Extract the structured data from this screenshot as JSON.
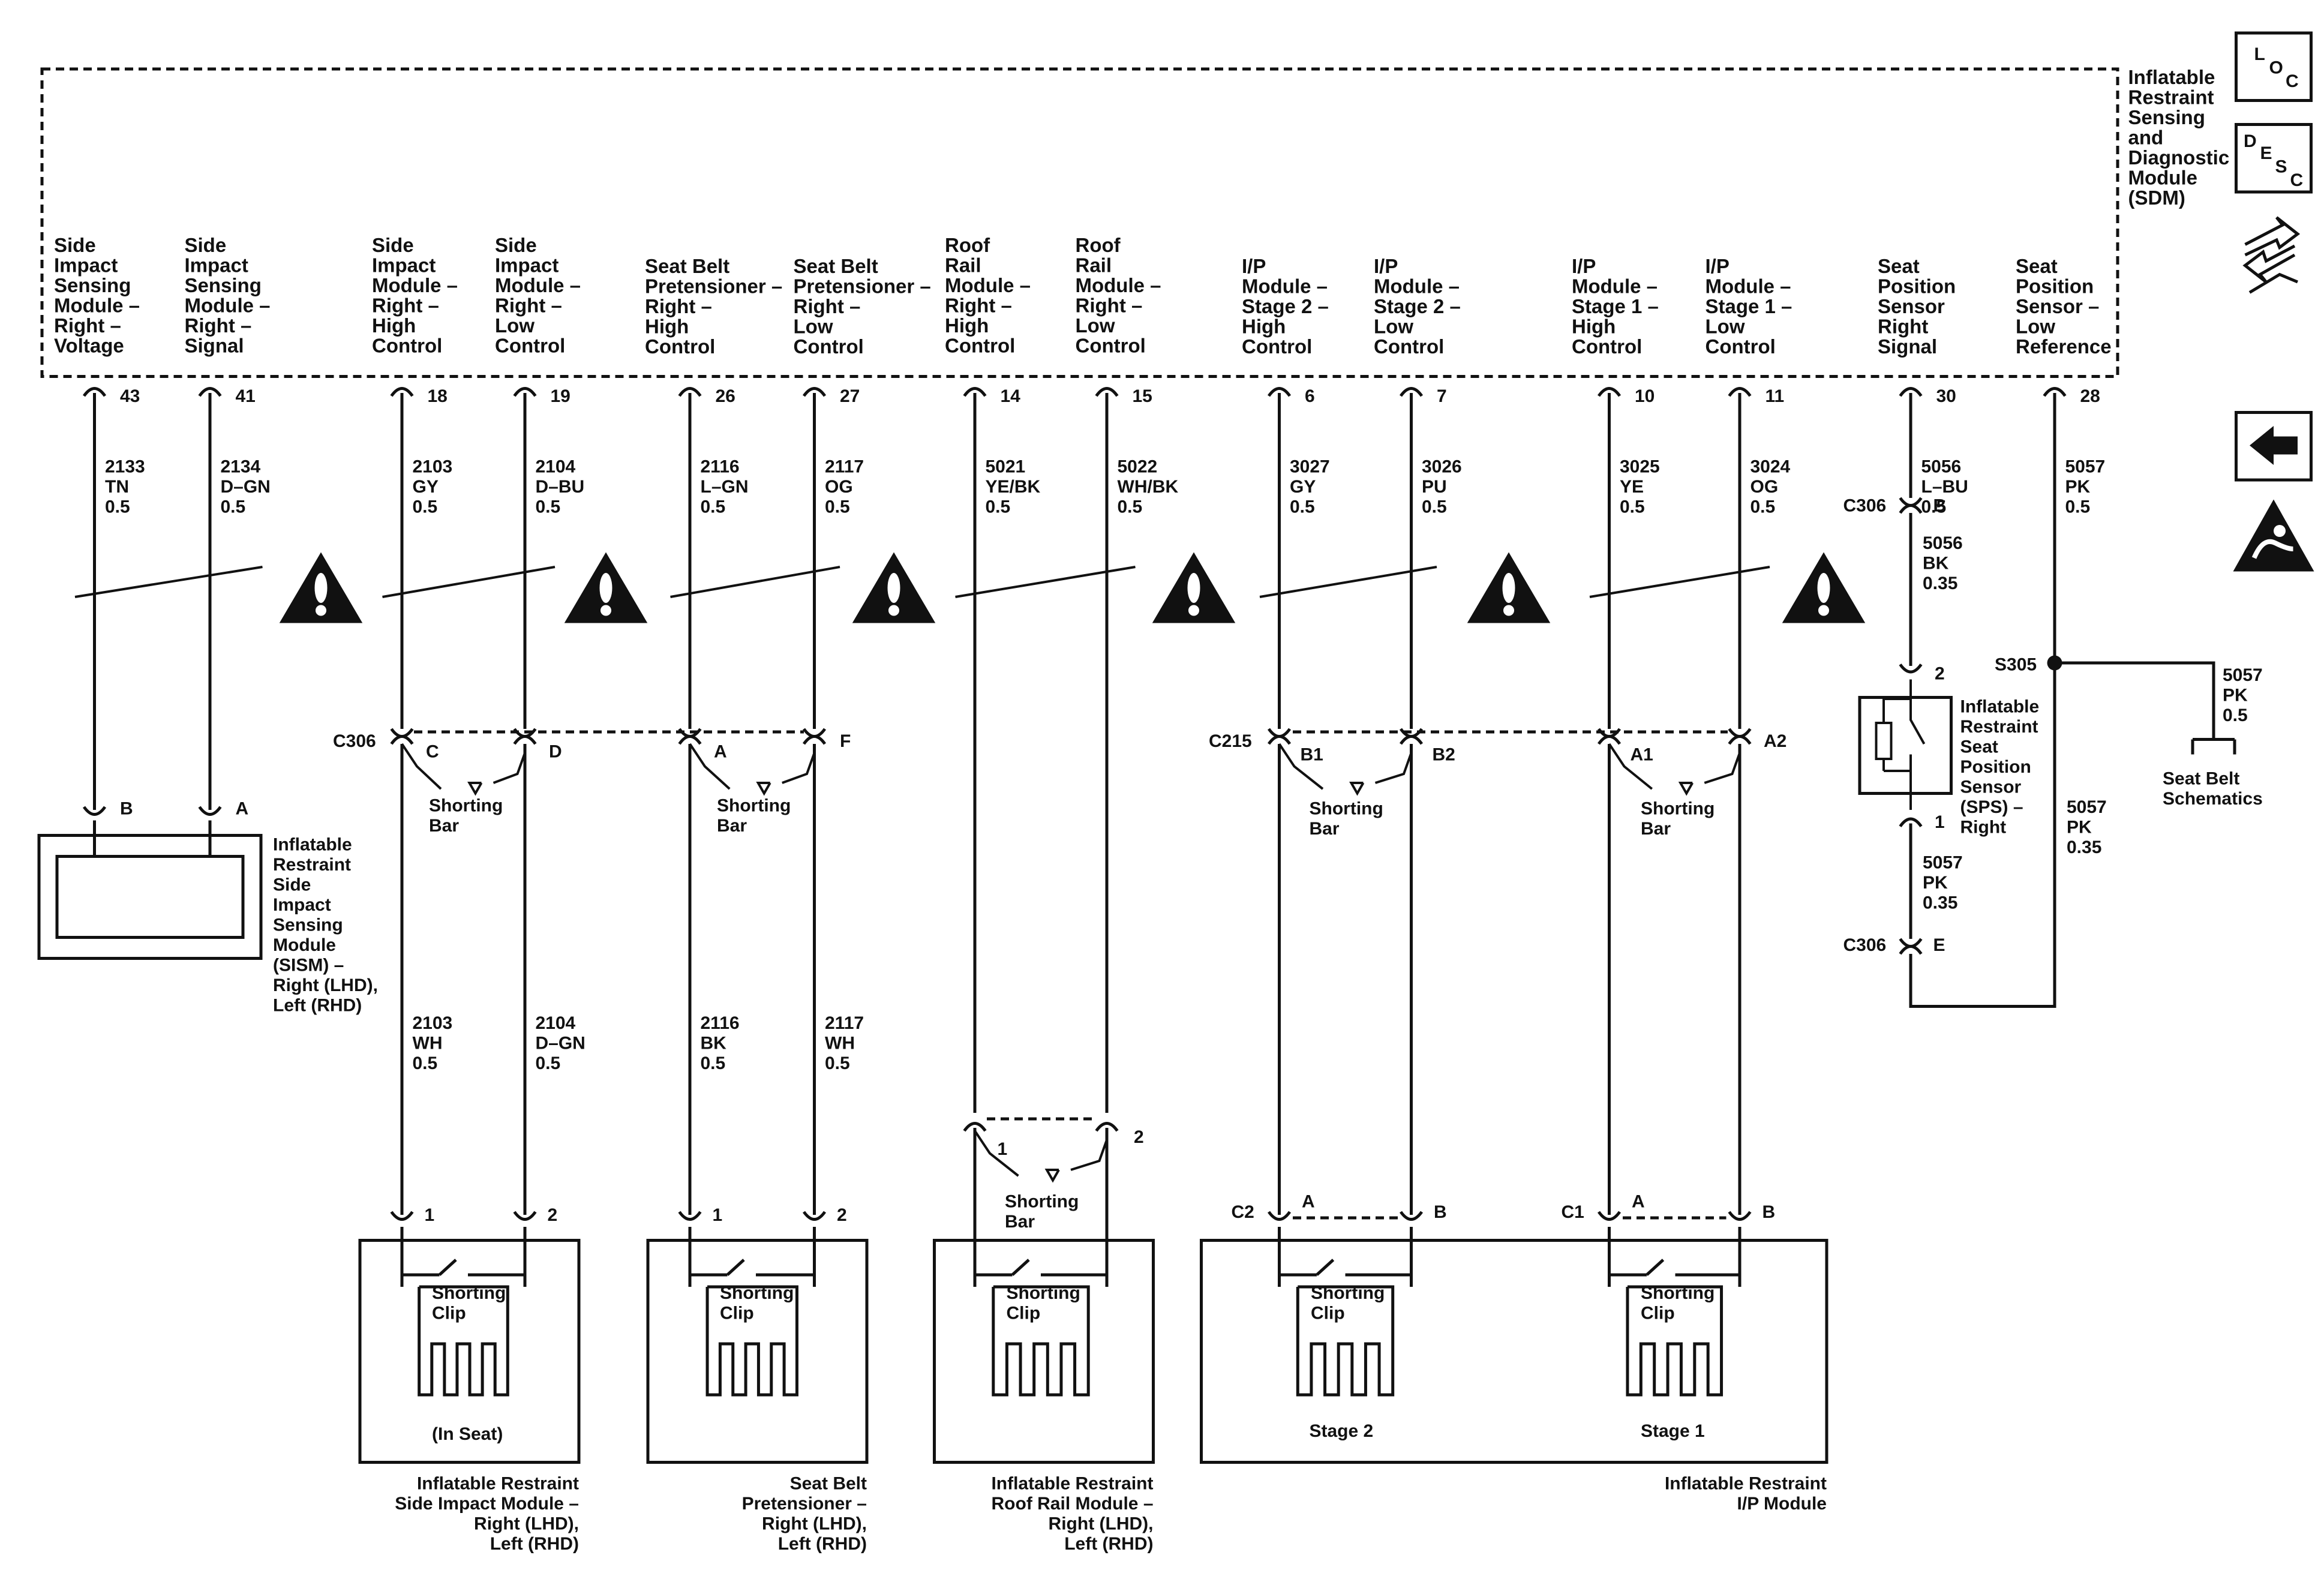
{
  "sdm": {
    "title": [
      "Inflatable",
      "Restraint",
      "Sensing",
      "and",
      "Diagnostic",
      "Module",
      "(SDM)"
    ],
    "circuits": [
      {
        "label": [
          "Side",
          "Impact",
          "Sensing",
          "Module –",
          "Right –",
          "Voltage"
        ],
        "pin": "43",
        "wire_top": [
          "2133",
          "TN",
          "0.5"
        ]
      },
      {
        "label": [
          "Side",
          "Impact",
          "Sensing",
          "Module –",
          "Right –",
          "Signal"
        ],
        "pin": "41",
        "wire_top": [
          "2134",
          "D–GN",
          "0.5"
        ]
      },
      {
        "label": [
          "Side",
          "Impact",
          "Module –",
          "Right –",
          "High",
          "Control"
        ],
        "pin": "18",
        "wire_top": [
          "2103",
          "GY",
          "0.5"
        ]
      },
      {
        "label": [
          "Side",
          "Impact",
          "Module –",
          "Right –",
          "Low",
          "Control"
        ],
        "pin": "19",
        "wire_top": [
          "2104",
          "D–BU",
          "0.5"
        ]
      },
      {
        "label": [
          "Seat Belt",
          "Pretensioner –",
          "Right –",
          "High",
          "Control"
        ],
        "pin": "26",
        "wire_top": [
          "2116",
          "L–GN",
          "0.5"
        ]
      },
      {
        "label": [
          "Seat Belt",
          "Pretensioner –",
          "Right –",
          "Low",
          "Control"
        ],
        "pin": "27",
        "wire_top": [
          "2117",
          "OG",
          "0.5"
        ]
      },
      {
        "label": [
          "Roof",
          "Rail",
          "Module –",
          "Right –",
          "High",
          "Control"
        ],
        "pin": "14",
        "wire_top": [
          "5021",
          "YE/BK",
          "0.5"
        ]
      },
      {
        "label": [
          "Roof",
          "Rail",
          "Module –",
          "Right –",
          "Low",
          "Control"
        ],
        "pin": "15",
        "wire_top": [
          "5022",
          "WH/BK",
          "0.5"
        ]
      },
      {
        "label": [
          "I/P",
          "Module –",
          "Stage 2 –",
          "High",
          "Control"
        ],
        "pin": "6",
        "wire_top": [
          "3027",
          "GY",
          "0.5"
        ]
      },
      {
        "label": [
          "I/P",
          "Module –",
          "Stage 2 –",
          "Low",
          "Control"
        ],
        "pin": "7",
        "wire_top": [
          "3026",
          "PU",
          "0.5"
        ]
      },
      {
        "label": [
          "I/P",
          "Module –",
          "Stage 1 –",
          "High",
          "Control"
        ],
        "pin": "10",
        "wire_top": [
          "3025",
          "YE",
          "0.5"
        ]
      },
      {
        "label": [
          "I/P",
          "Module –",
          "Stage 1 –",
          "Low",
          "Control"
        ],
        "pin": "11",
        "wire_top": [
          "3024",
          "OG",
          "0.5"
        ]
      },
      {
        "label": [
          "Seat",
          "Position",
          "Sensor",
          "Right",
          "Signal"
        ],
        "pin": "30",
        "wire_top": [
          "5056",
          "L–BU",
          "0.5"
        ]
      },
      {
        "label": [
          "Seat",
          "Position",
          "Sensor –",
          "Low",
          "Reference"
        ],
        "pin": "28",
        "wire_top": [
          "5057",
          "PK",
          "0.5"
        ]
      }
    ]
  },
  "connectors": {
    "c306": "C306",
    "c215": "C215",
    "c306_pins": [
      "C",
      "D",
      "A",
      "F"
    ],
    "c215_pins": [
      "B1",
      "B2",
      "A1",
      "A2"
    ],
    "c306_sps_pins": [
      "B",
      "E"
    ],
    "c2": "C2",
    "c1": "C1",
    "ab": [
      "A",
      "B"
    ],
    "one_two": [
      "1",
      "2"
    ],
    "sism_pins": [
      "B",
      "A"
    ],
    "splice": "S305"
  },
  "labels": {
    "shorting_bar": [
      "Shorting",
      "Bar"
    ],
    "shorting_clip": [
      "Shorting",
      "Clip"
    ],
    "in_seat": "(In Seat)",
    "stage2": "Stage 2",
    "stage1": "Stage 1"
  },
  "lower_wires": [
    [
      "2103",
      "WH",
      "0.5"
    ],
    [
      "2104",
      "D–GN",
      "0.5"
    ],
    [
      "2116",
      "BK",
      "0.5"
    ],
    [
      "2117",
      "WH",
      "0.5"
    ]
  ],
  "sps_wires": {
    "mid": [
      "5056",
      "BK",
      "0.35"
    ],
    "low": [
      "5057",
      "PK",
      "0.35"
    ],
    "right": [
      "5057",
      "PK",
      "0.35"
    ],
    "branch": [
      "5057",
      "PK",
      "0.5"
    ],
    "pins": [
      "2",
      "1"
    ]
  },
  "modules": {
    "sism": [
      "Inflatable",
      "Restraint",
      "Side",
      "Impact",
      "Sensing",
      "Module",
      "(SISM) –",
      "Right (LHD),",
      "Left (RHD)"
    ],
    "sps": [
      "Inflatable",
      "Restraint",
      "Seat",
      "Position",
      "Sensor",
      "(SPS) –",
      "Right"
    ],
    "side_impact": [
      "Inflatable Restraint",
      "Side Impact Module –",
      "Right (LHD),",
      "Left (RHD)"
    ],
    "pretensioner": [
      "Seat Belt",
      "Pretensioner –",
      "Right (LHD),",
      "Left (RHD)"
    ],
    "roof_rail": [
      "Inflatable Restraint",
      "Roof Rail Module –",
      "Right (LHD),",
      "Left (RHD)"
    ],
    "ip": [
      "Inflatable Restraint",
      "I/P Module"
    ]
  },
  "seat_belt_schematics": [
    "Seat Belt",
    "Schematics"
  ],
  "side_icons": {
    "loc": [
      "L",
      "O",
      "C"
    ],
    "desc": [
      "D",
      "E",
      "S",
      "C"
    ],
    "names": [
      "loc-icon",
      "desc-icon",
      "wiring-tool-icon",
      "back-arrow-icon",
      "esd-caution-icon"
    ]
  }
}
